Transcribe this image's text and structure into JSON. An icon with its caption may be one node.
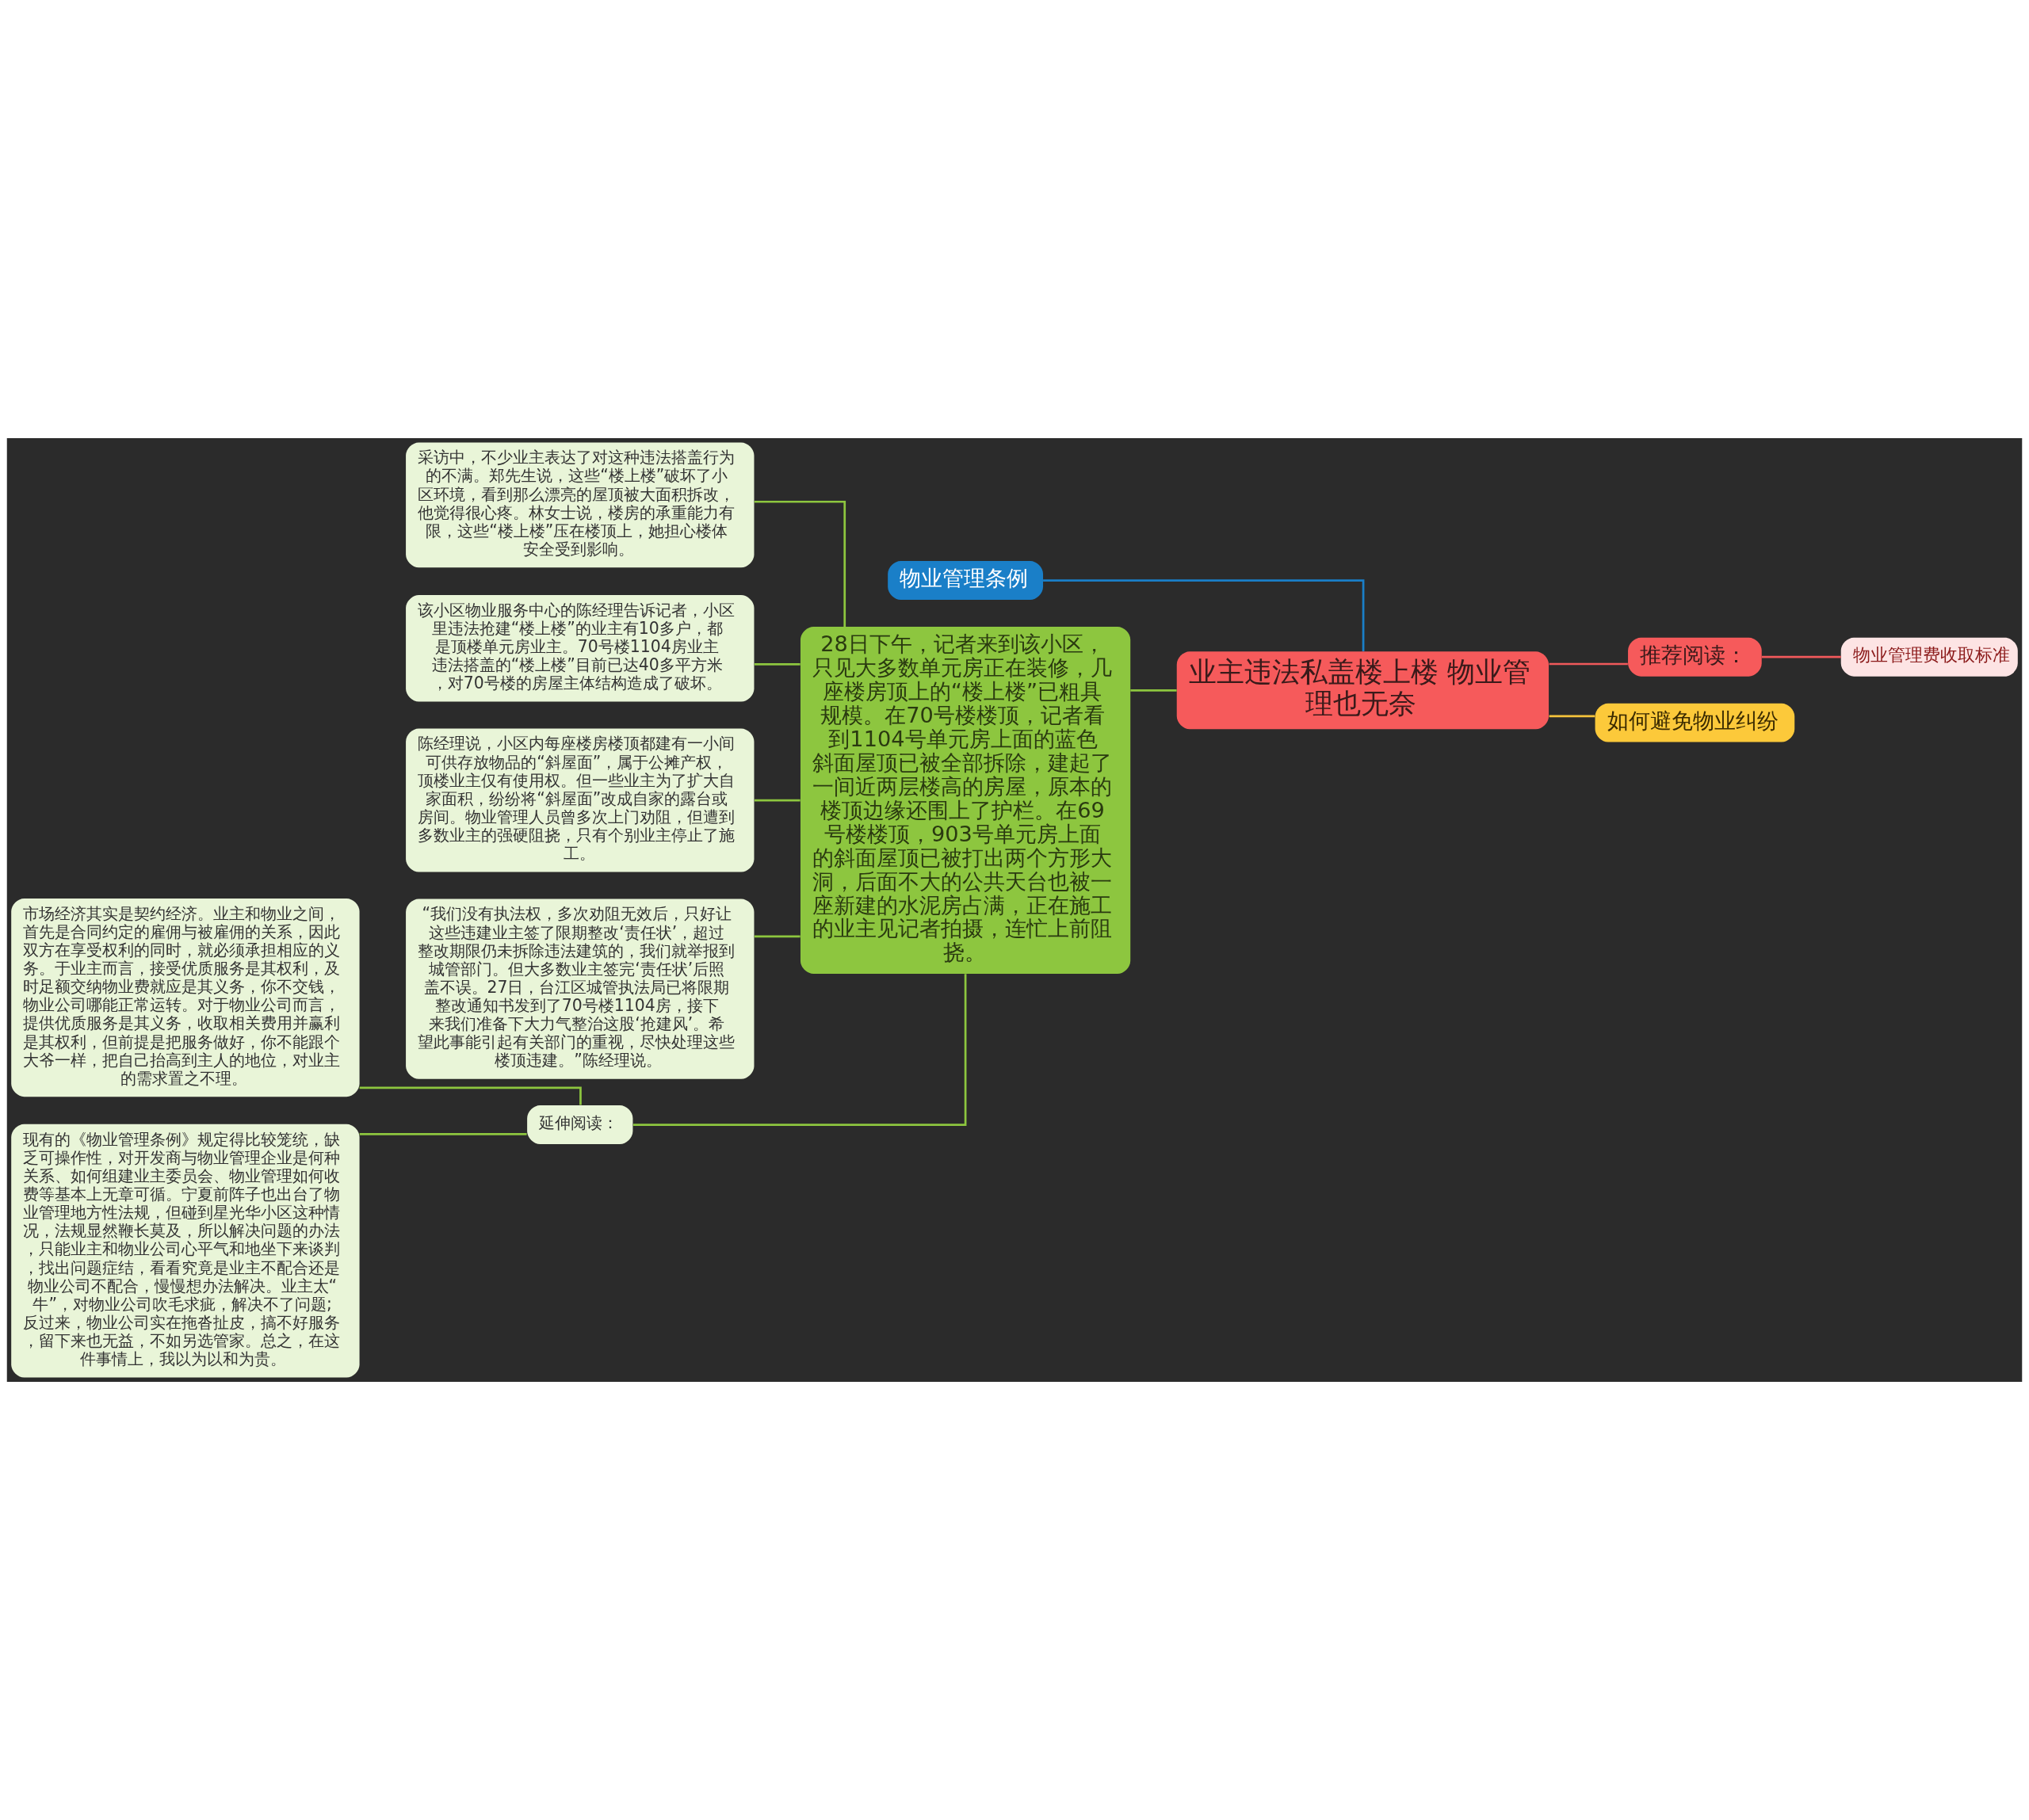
{
  "diagram": {
    "nodes": [
      {
        "text": [
          "业主违法私盖楼上楼 物业管理也无奈"
        ]
      },
      {
        "text": [
          "物业管理条例"
        ]
      },
      {
        "text": [
          "28日下午，记者来到该小区，只见大多数单元房正在装修，几座楼房顶上的“楼上楼”已粗具规模。在70号楼楼顶，记者看到1104号单元房上面的蓝色斜面屋顶已被全部拆除，建起了一间近两层楼高的房屋，原本的楼顶边缘还围上了护栏。在69号楼楼顶，903号单元房上面的斜面屋顶已被打出两个方形大洞，后面不大的公共天台也被一座新建的水泥房占满，正在施工的业主见记者拍摄，连忙上前阻挠。"
        ]
      },
      {
        "text": [
          "采访中，不少业主表达了对这种违法搭盖行为的不满。郑先生说，这些“楼上楼”破坏了小区环境，看到那么漂亮的屋顶被大面积拆改，他觉得很心疼。林女士说，楼房的承重能力有限，这些“楼上楼”压在楼顶上，她担心楼体安全受到影响。"
        ]
      },
      {
        "text": [
          "该小区物业服务中心的陈经理告诉记者，小区里违法抢建“楼上楼”的业主有10多户，都是顶楼单元房业主。70号楼1104房业主违法搭盖的“楼上楼”目前已达40多平方米，对70号楼的房屋主体结构造成了破坏。"
        ]
      },
      {
        "text": [
          "陈经理说，小区内每座楼房楼顶都建有一小间可供存放物品的“斜屋面”，属于公摊产权，顶楼业主仅有使用权。但一些业主为了扩大自家面积，纷纷将“斜屋面”改成自家的露台或房间。物业管理人员曾多次上门劝阻，但遭到多数业主的强硬阻挠，只有个别业主停止了施工。"
        ]
      },
      {
        "text": [
          "“我们没有执法权，多次劝阻无效后，只好让这些违建业主签了限期整改‘责任状’，超过整改期限仍未拆除违法建筑的，我们就举报到城管部门。但大多数业主签完‘责任状’后照盖不误。27日，台江区城管执法局已将限期整改通知书发到了70号楼1104房，接下来我们准备下大力气整治这股‘抢建风’。希望此事能引起有关部门的重视，尽快处理这些楼顶违建。”陈经理说。"
        ]
      },
      {
        "text": [
          "延伸阅读："
        ]
      },
      {
        "text": [
          "市场经济其实是契约经济。业主和物业之间，首先是合同约定的雇佣与被雇佣的关系，因此双方在享受权利的同时，就必须承担相应的义务。于业主而言，接受优质服务是其权利，及时足额交纳物业费就应是其义务，你不交钱，物业公司哪能正常运转。对于物业公司而言，提供优质服务是其义务，收取相关费用并赢利是其权利，但前提是把服务做好，你不能跟个大爷一样，把自己抬高到主人的地位，对业主的需求置之不理。"
        ]
      },
      {
        "text": [
          "现有的《物业管理条例》规定得比较笼统，缺乏可操作性，对开发商与物业管理企业是何种关系、如何组建业主委员会、物业管理如何收费等基本上无章可循。宁夏前阵子也出台了物业管理地方性法规，但碰到星光华小区这种情况，法规显然鞭长莫及，所以解决问题的办法，只能业主和物业公司心平气和地坐下来谈判，找出问题症结，看看究竟是业主不配合还是物业公司不配合，慢慢想办法解决。业主太“牛”，对物业公司吹毛求疵，解决不了问题;反过来，物业公司实在拖沓扯皮，搞不好服务，留下来也无益，不如另选管家。总之，在这件事情上，我以为以和为贵。"
        ]
      },
      {
        "text": [
          "推荐阅读："
        ]
      },
      {
        "text": [
          "物业管理费收取标准"
        ]
      },
      {
        "text": [
          "如何避免物业纠纷"
        ]
      }
    ],
    "edges": [
      {
        "from": 0,
        "to": 1,
        "arrow": "none",
        "color": "#1a7fc8"
      },
      {
        "from": 0,
        "to": 2,
        "arrow": "none"
      },
      {
        "from": 2,
        "to": 3,
        "arrow": "none"
      },
      {
        "from": 2,
        "to": 4,
        "arrow": "none"
      },
      {
        "from": 2,
        "to": 5,
        "arrow": "none"
      },
      {
        "from": 2,
        "to": 6,
        "arrow": "none"
      },
      {
        "from": 2,
        "to": 7,
        "arrow": "none"
      },
      {
        "from": 7,
        "to": 8,
        "arrow": "none"
      },
      {
        "from": 7,
        "to": 9,
        "arrow": "none"
      },
      {
        "from": 0,
        "to": 10,
        "arrow": "none",
        "color": "#f0595b"
      },
      {
        "from": 10,
        "to": 11,
        "arrow": "none",
        "color": "#f0595b"
      },
      {
        "from": 0,
        "to": 12,
        "arrow": "none",
        "color": "#f5c33b"
      }
    ]
  }
}
